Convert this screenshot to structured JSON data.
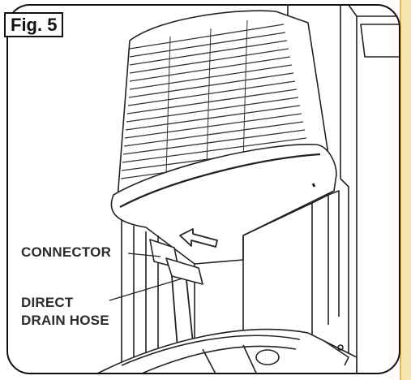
{
  "figure": {
    "label": "Fig. 5",
    "callouts": {
      "connector": "CONNECTOR",
      "drain_line1": "DIRECT",
      "drain_line2": "DRAIN HOSE"
    },
    "colors": {
      "frame": "#111111",
      "edge_strip": "#e8b84a",
      "line_art": "#222222"
    }
  }
}
